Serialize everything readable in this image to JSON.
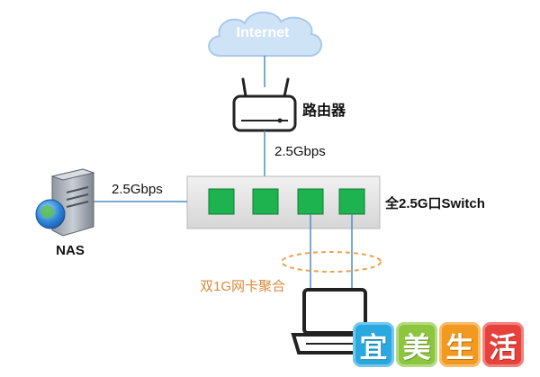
{
  "diagram": {
    "internet_label": "Internet",
    "router_label": "路由器",
    "router_link_speed": "2.5Gbps",
    "nas_link_speed": "2.5Gbps",
    "nas_label": "NAS",
    "switch_label": "全2.5G口Switch",
    "aggregation_label": "双1G网卡聚合",
    "switch_port_count": 4
  },
  "watermark": {
    "chars": [
      "宜",
      "美",
      "生",
      "活"
    ]
  },
  "colors": {
    "cloud_fill": "#cfe3f6",
    "cloud_stroke": "#a9c9ea",
    "link_line": "#4a8fc7",
    "port_green": "#1db34f",
    "switch_body": "#e6e6e6",
    "aggregation_orange": "#e8a352",
    "aggregation_text": "#d8893c",
    "watermark_colors": [
      "#2aa9e0",
      "#8cc63f",
      "#f29a1f",
      "#e8413c"
    ]
  }
}
